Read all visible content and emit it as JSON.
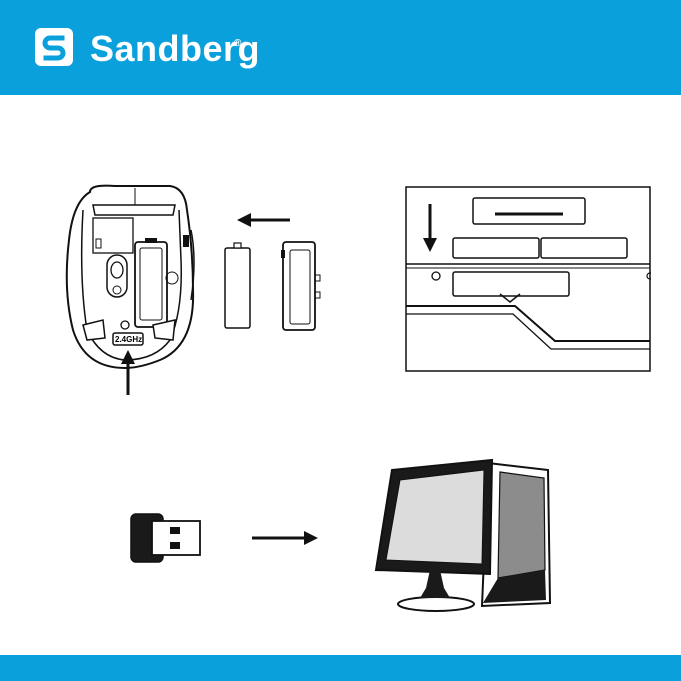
{
  "brand": {
    "name": "Sandberg",
    "registered_mark": "®",
    "logo_letter": "S",
    "color": "#0aa0dc"
  },
  "illustrations": {
    "mouse_battery": {
      "frequency_label": "2.4GHz"
    },
    "battery_cover_closeup": {},
    "usb_receiver": {},
    "computer": {}
  }
}
